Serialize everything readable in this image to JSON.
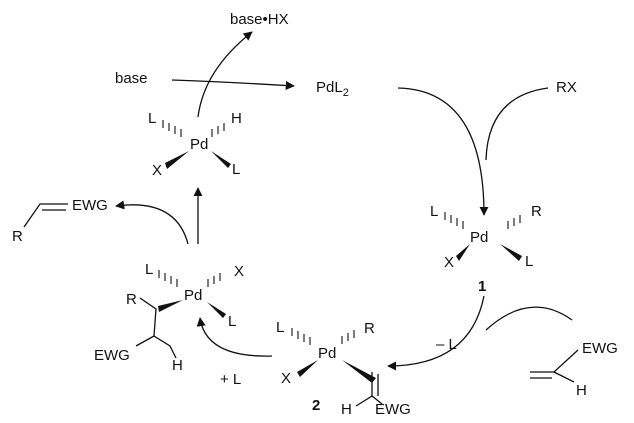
{
  "cycle": {
    "base_hx": "base•HX",
    "base": "base",
    "pd_catalyst": {
      "main": "PdL",
      "sub": "2"
    },
    "rx": "RX",
    "minus_l": "– L",
    "plus_l": "+ L",
    "alkene_product_ewg": "EWG",
    "alkene_product_r": "R"
  },
  "hydride_complex": {
    "l_top": "L",
    "pd": "Pd",
    "h": "H",
    "x": "X",
    "l_right": "L"
  },
  "complex_1": {
    "l_top": "L",
    "pd": "Pd",
    "r": "R",
    "x": "X",
    "l_right": "L",
    "number": "1"
  },
  "complex_2": {
    "l_top": "L",
    "pd": "Pd",
    "r": "R",
    "x": "X",
    "ewg": "EWG",
    "h": "H",
    "number": "2"
  },
  "insertion_complex": {
    "l_top": "L",
    "pd": "Pd",
    "x": "X",
    "l_right": "L",
    "r": "R",
    "ewg": "EWG",
    "h": "H"
  },
  "substrate_alkene": {
    "ewg": "EWG",
    "h": "H"
  }
}
